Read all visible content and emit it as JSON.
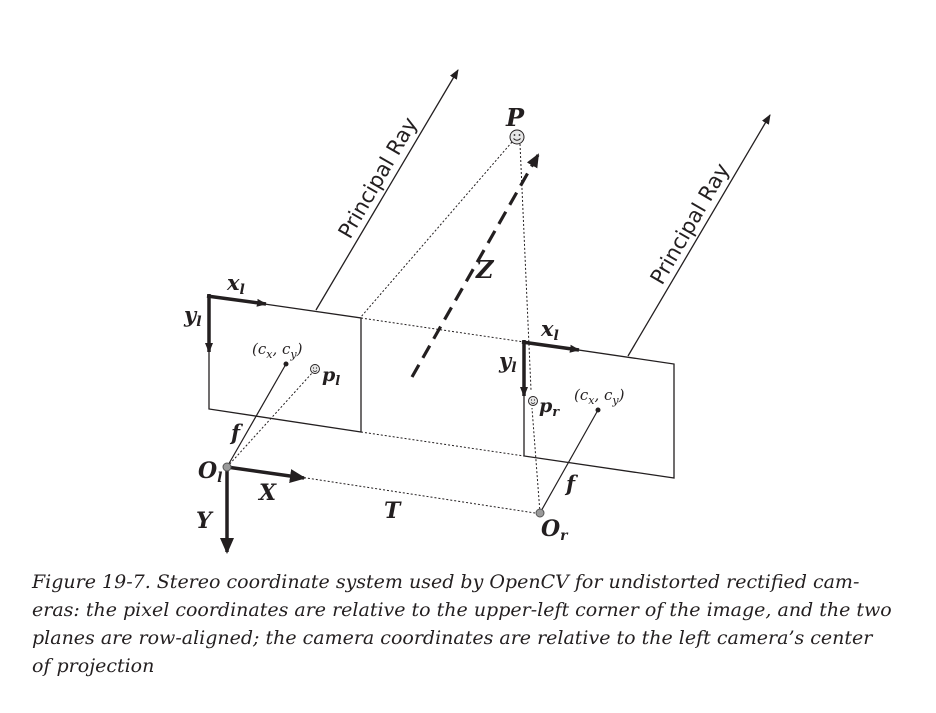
{
  "diagram": {
    "point_label": "P",
    "principal_ray_left": "Principal Ray",
    "principal_ray_right": "Principal Ray",
    "depth_label": "Z",
    "baseline_label": "T",
    "left": {
      "x_axis": "x",
      "x_axis_sub": "l",
      "y_axis": "y",
      "y_axis_sub": "l",
      "principal_point": "(c",
      "pp_x_sub": "x",
      "pp_sep": ", c",
      "pp_y_sub": "y",
      "pp_close": ")",
      "image_point": "p",
      "image_point_sub": "l",
      "focal": "f",
      "origin": "O",
      "origin_sub": "l",
      "world_x": "X",
      "world_y": "Y"
    },
    "right": {
      "x_axis": "x",
      "x_axis_sub": "l",
      "y_axis": "y",
      "y_axis_sub": "l",
      "principal_point": "(c",
      "pp_x_sub": "x",
      "pp_sep": ", c",
      "pp_y_sub": "y",
      "pp_close": ")",
      "image_point": "p",
      "image_point_sub": "r",
      "focal": "f",
      "origin": "O",
      "origin_sub": "r"
    }
  },
  "caption": {
    "line1": "Figure 19-7. Stereo coordinate system used by OpenCV for undistorted rectified cam-",
    "line2": "eras: the pixel coordinates are relative to the upper-left corner of the image, and the two",
    "line3": "planes are row-aligned; the camera coordinates are relative to the left camera’s center",
    "line4": "of projection"
  }
}
